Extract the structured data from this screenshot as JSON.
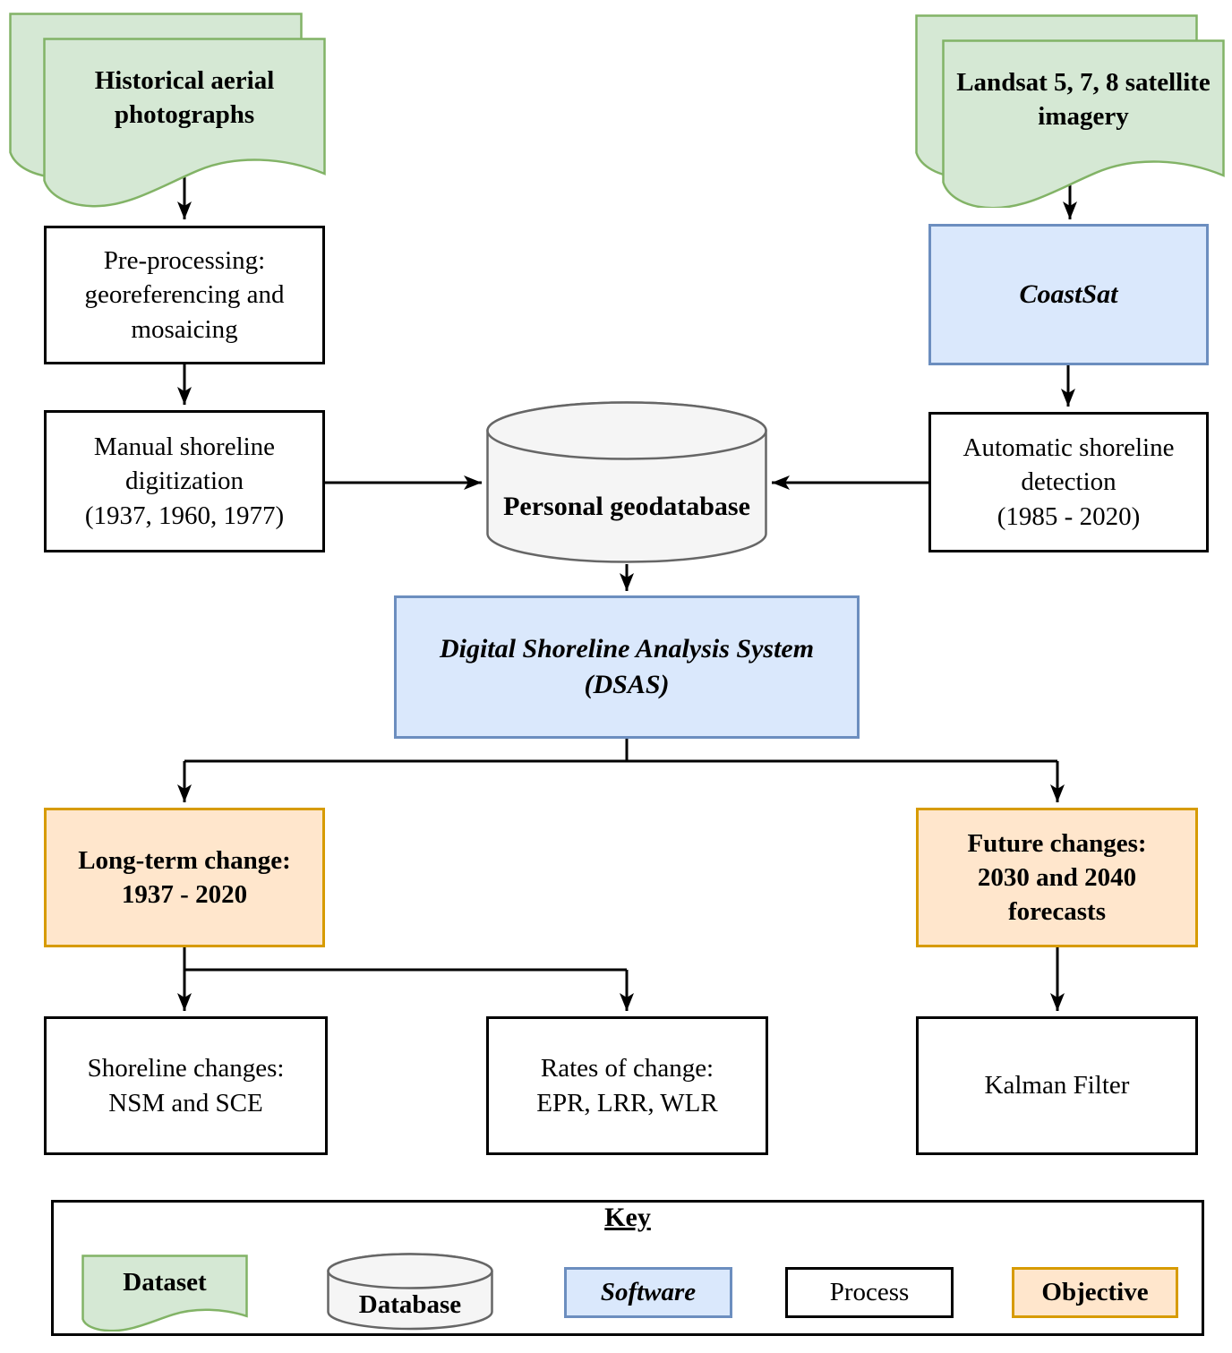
{
  "nodes": {
    "historical_doc": {
      "lines": [
        "Historical aerial",
        "photographs"
      ]
    },
    "landsat_doc": {
      "lines": [
        "Landsat 5, 7, 8 satellite",
        "imagery"
      ]
    },
    "preprocessing": {
      "lines": [
        "Pre-processing:",
        "georeferencing and",
        "mosaicing"
      ]
    },
    "coastsat": {
      "lines": [
        "CoastSat"
      ]
    },
    "manual_digitization": {
      "lines": [
        "Manual shoreline",
        "digitization",
        "(1937, 1960, 1977)"
      ]
    },
    "geodatabase": {
      "lines": [
        "Personal geodatabase"
      ]
    },
    "automatic_detection": {
      "lines": [
        "Automatic shoreline",
        "detection",
        "(1985 - 2020)"
      ]
    },
    "dsas": {
      "lines": [
        "Digital Shoreline Analysis System",
        "(DSAS)"
      ]
    },
    "long_term": {
      "lines": [
        "Long-term change:",
        "1937 - 2020"
      ]
    },
    "future_changes": {
      "lines": [
        "Future changes:",
        "2030 and 2040",
        "forecasts"
      ]
    },
    "shoreline_changes": {
      "lines": [
        "Shoreline changes:",
        "NSM and SCE"
      ]
    },
    "rates_of_change": {
      "lines": [
        "Rates of change:",
        "EPR, LRR, WLR"
      ]
    },
    "kalman": {
      "lines": [
        "Kalman Filter"
      ]
    }
  },
  "key": {
    "title": "Key",
    "items": [
      {
        "label": "Dataset",
        "type": "dataset"
      },
      {
        "label": "Database",
        "type": "database"
      },
      {
        "label": "Software",
        "type": "software"
      },
      {
        "label": "Process",
        "type": "process"
      },
      {
        "label": "Objective",
        "type": "objective"
      }
    ]
  },
  "palette": {
    "dataset_fill": "#d5e8d4",
    "dataset_stroke": "#82b366",
    "software_fill": "#dae8fc",
    "software_stroke": "#6c8ebf",
    "objective_fill": "#ffe6cc",
    "objective_stroke": "#d79b00",
    "database_fill": "#f5f5f5",
    "database_stroke": "#666666",
    "process_fill": "#ffffff",
    "process_stroke": "#000000",
    "connector": "#000000"
  }
}
